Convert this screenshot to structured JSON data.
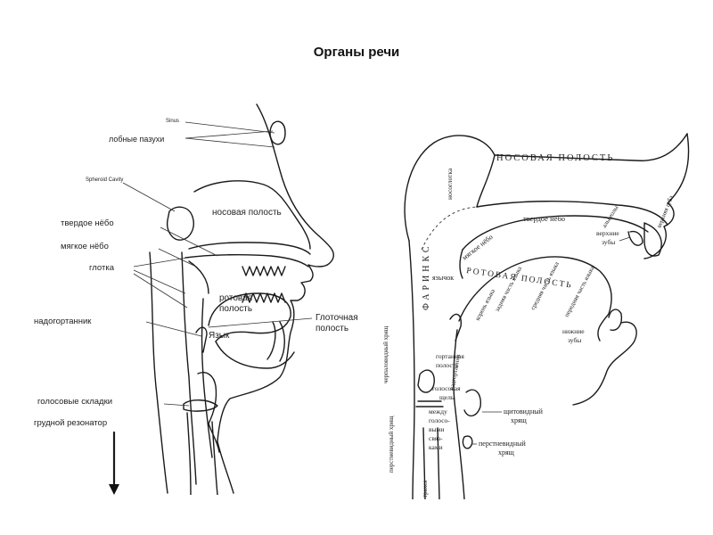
{
  "title": "Органы речи",
  "left_labels": {
    "sinus": "Sinus",
    "frontal": "лобные пазухи",
    "sphenoid": "Spheroid Cavity",
    "nasal": "носовая полость",
    "hard_palate": "твердое нёбо",
    "soft_palate": "мягкое нёбо",
    "pharynx": "глотка",
    "oral_1": "ротовая",
    "oral_2": "полость",
    "epiglottis": "надогортанник",
    "pharyngeal_1": "Глоточная",
    "pharyngeal_2": "полость",
    "tongue": "Язык",
    "vocal_folds": "голосовые складки",
    "chest": "грудной резонатор"
  },
  "right_labels": {
    "nasal": "НОСОВАЯ ПОЛОСТЬ",
    "nasopharynx": "носоглотка",
    "pharynx": "ФАРИНКС",
    "hard_palate": "твердое нёбо",
    "soft_palate": "мягкое нёбо",
    "alveoli": "альвеолы",
    "upper_lip": "верхняя губа",
    "upper_teeth_1": "верхние",
    "upper_teeth_2": "зубы",
    "uvula": "язычок",
    "oral": "РОТОВАЯ ПОЛОСТЬ",
    "root": "корень языка",
    "back": "задняя часть языка",
    "middle": "средняя часть языка",
    "front": "передняя часть языка",
    "lower_teeth_1": "нижние",
    "lower_teeth_2": "зубы",
    "epiglottis": "надгортанник",
    "arytenoid": "черпаловидный хрящ",
    "laryngeal_1": "гортанная",
    "laryngeal_2": "полость",
    "glottis_1": "голосовая",
    "glottis_2": "щель",
    "between_1": "между",
    "between_2": "голосо-",
    "between_3": "выми",
    "between_4": "связ-",
    "between_5": "ками",
    "thyroid_1": "щитовидный",
    "thyroid_2": "хрящ",
    "cricoid_left": "перстневидный хрящ",
    "cricoid_1": "перстневидный",
    "cricoid_2": "хрящ",
    "trachea": "трахея"
  }
}
